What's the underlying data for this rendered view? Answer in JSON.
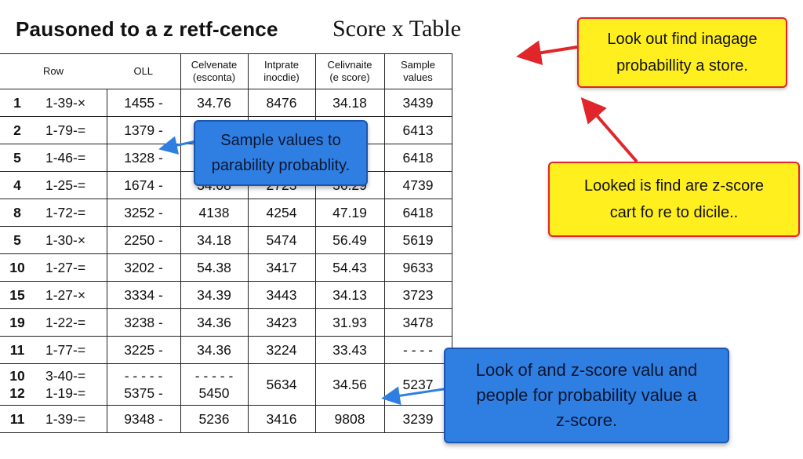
{
  "title_left": "Pausoned to a z retf-cence",
  "title_right": "Score x Table",
  "table": {
    "headers": [
      "Row",
      "OLL",
      "Celvenate\n(esconta)",
      "Intprate\ninocdie)",
      "Celivnaite\n(e score)",
      "Sample\nvalues"
    ],
    "rows": [
      {
        "num": "1",
        "cells": [
          "1-39-×",
          "1455 -",
          "34.76",
          "8476",
          "34.18",
          "3439"
        ]
      },
      {
        "num": "2",
        "cells": [
          "1-79-=",
          "1379 -",
          "",
          "",
          "",
          "6413"
        ]
      },
      {
        "num": "5",
        "cells": [
          "1-46-=",
          "1328 -",
          "",
          "",
          "",
          "6418"
        ]
      },
      {
        "num": "4",
        "cells": [
          "1-25-=",
          "1674 -",
          "34.08",
          "2723",
          "36.29",
          "4739"
        ]
      },
      {
        "num": "8",
        "cells": [
          "1-72-=",
          "3252 -",
          "4138",
          "4254",
          "47.19",
          "6418"
        ]
      },
      {
        "num": "5",
        "cells": [
          "1-30-×",
          "2250 -",
          "34.18",
          "5474",
          "56.49",
          "5619"
        ]
      },
      {
        "num": "10",
        "cells": [
          "1-27-=",
          "3202 -",
          "54.38",
          "3417",
          "54.43",
          "9633"
        ]
      },
      {
        "num": "15",
        "cells": [
          "1-27-×",
          "3334 -",
          "34.39",
          "3443",
          "34.13",
          "3723"
        ]
      },
      {
        "num": "19",
        "cells": [
          "1-22-=",
          "3238 -",
          "34.36",
          "3423",
          "31.93",
          "3478"
        ]
      },
      {
        "num": "11",
        "cells": [
          "1-77-=",
          "3225 -",
          "34.36",
          "3224",
          "33.43",
          "- - - -"
        ]
      },
      {
        "num": "10\n12",
        "cells": [
          "3-40-=\n1-19-=",
          "- - - - -\n5375 -",
          "- - - - -\n5450",
          "5634",
          "34.56",
          "5237"
        ],
        "tall": true
      },
      {
        "num": "11",
        "cells": [
          "1-39-=",
          "9348 -",
          "5236",
          "3416",
          "9808",
          "3239"
        ]
      }
    ]
  },
  "callouts": {
    "yellow_top": "Look out find inagage\nprobabillity a store.",
    "yellow_bottom": "Looked is find are z-score\ncart fo re to dicile..",
    "blue_middle": "Sample values to\nparability probablity.",
    "blue_bottom": "Look of and z-score valu and\npeople for probability value a\nz-score."
  },
  "colors": {
    "yellow_fill": "#ffef1f",
    "yellow_border": "#e0262a",
    "blue_fill": "#2f7fe3",
    "arrow_red": "#e0262a",
    "arrow_blue": "#2f7fe3"
  }
}
